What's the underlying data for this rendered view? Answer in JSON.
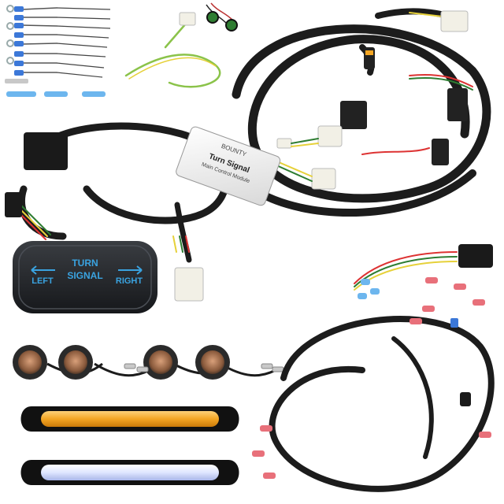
{
  "product": {
    "components": [
      "connector-kit",
      "ground-wire",
      "indicator-lights",
      "main-harness",
      "control-module",
      "relay-harness",
      "rocker-switch",
      "round-marker-lights",
      "amber-light-bar",
      "white-light-bar",
      "secondary-harness"
    ]
  },
  "switch": {
    "title_line1": "TURN",
    "title_line2": "SIGNAL",
    "left": "LEFT",
    "right": "RIGHT",
    "color": "#3aa3e0"
  },
  "module": {
    "brand": "BOUNTY",
    "line1": "Turn Signal",
    "line2": "Main Control Module"
  },
  "colors": {
    "harness": "#1c1c1c",
    "amber": "#f5a623",
    "white_led": "#dfe6ff",
    "connector": "#f2f0e6",
    "terminal_pink": "#e8707a",
    "terminal_blue": "#3c78d8"
  }
}
